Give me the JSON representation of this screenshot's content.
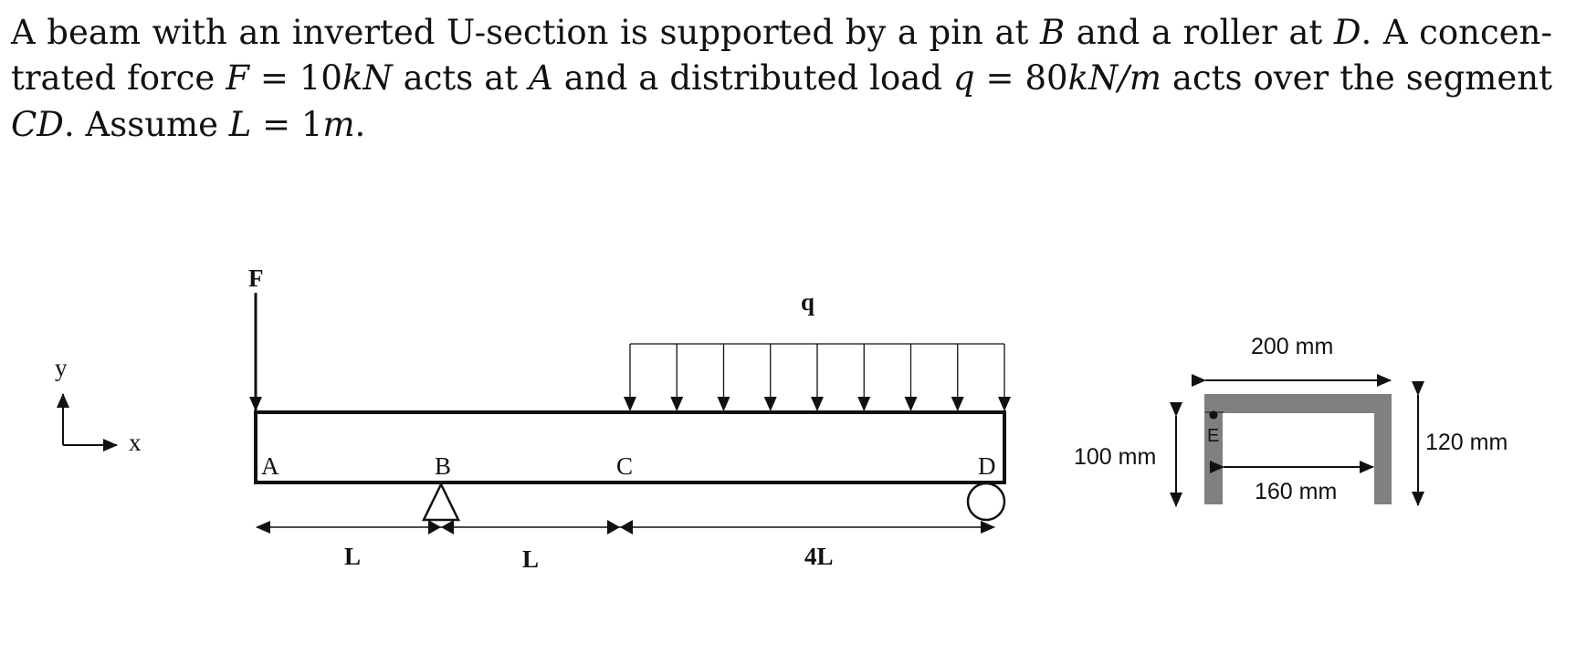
{
  "problem": {
    "line1": {
      "a": "A beam with an inverted U-section is supported by a pin at ",
      "b": "B",
      "c": " and a roller at ",
      "d": "D",
      "e": ". A concen-"
    },
    "line2": {
      "a": "trated force ",
      "b": "F",
      "c": " = 10",
      "d": "kN",
      "e": " acts at ",
      "f": "A",
      "g": " and a distributed load ",
      "h": "q",
      "i": " = 80",
      "j": "kN/m",
      "k": " acts over the segment"
    },
    "line3": {
      "a": "CD",
      "b": ". Assume ",
      "c": "L",
      "d": " = 1",
      "e": "m",
      "f": "."
    }
  },
  "beam_figure": {
    "force_label": "F",
    "load_label": "q",
    "axis_y": "y",
    "axis_x": "x",
    "points": [
      "A",
      "B",
      "C",
      "D"
    ],
    "dimensions": [
      "L",
      "L",
      "4L"
    ]
  },
  "section_figure": {
    "width_outer": "200 mm",
    "width_inner": "160 mm",
    "height_outer": "120 mm",
    "height_inner": "100 mm",
    "point_label": "E",
    "section_color": "#808080"
  }
}
